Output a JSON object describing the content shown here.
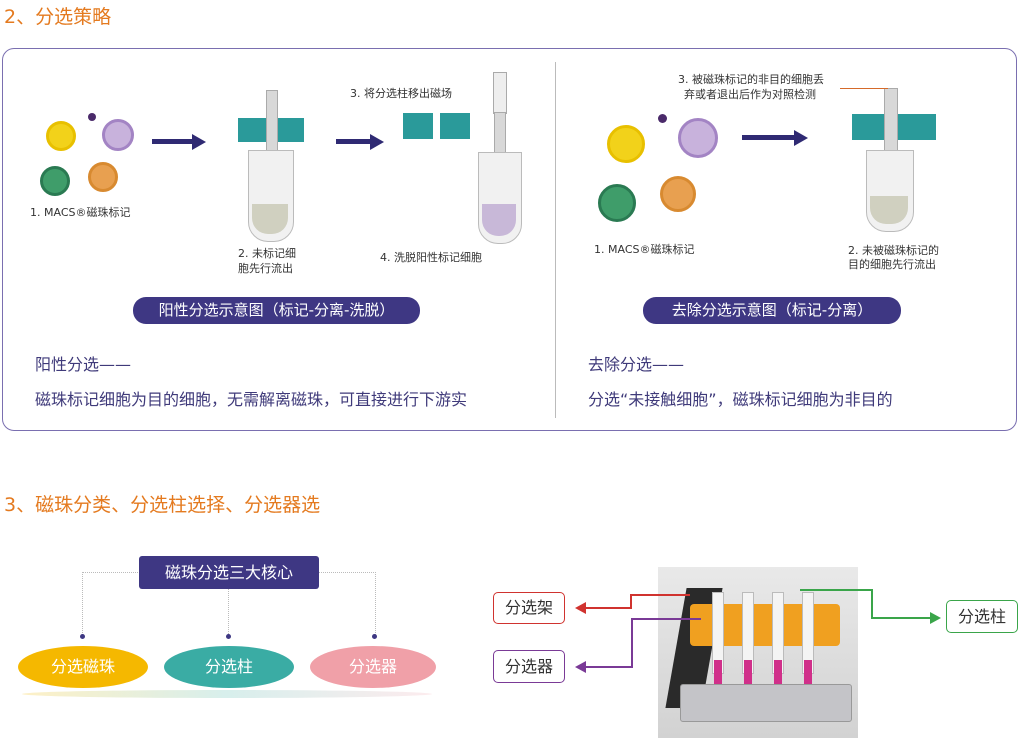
{
  "section2": {
    "title": "2、分选策略",
    "left": {
      "step1": "1. MACS®磁珠标记",
      "step2_line1": "2. 未标记细",
      "step2_line2": "胞先行流出",
      "step3": "3. 将分选柱移出磁场",
      "step4": "4. 洗脱阳性标记细胞",
      "pill": "阳性分选示意图（标记-分离-洗脱）",
      "heading": "阳性分选——",
      "desc": "磁珠标记细胞为目的细胞，无需解离磁珠，可直接进行下游实"
    },
    "right": {
      "step1": "1. MACS®磁珠标记",
      "step2_line1": "2. 未被磁珠标记的",
      "step2_line2": "目的细胞先行流出",
      "step3_line1": "3. 被磁珠标记的非目的细胞丢",
      "step3_line2": "弃或者退出后作为对照检测",
      "pill": "去除分选示意图（标记-分离）",
      "heading": "去除分选——",
      "desc": "分选“未接触细胞”，磁珠标记细胞为非目的"
    }
  },
  "section3": {
    "title": "3、磁珠分类、分选柱选择、分选器选",
    "core_title": "磁珠分选三大核心",
    "items": [
      "分选磁珠",
      "分选柱",
      "分选器"
    ],
    "labels": {
      "rack": "分选架",
      "separator": "分选器",
      "column": "分选柱"
    }
  },
  "colors": {
    "orange_title": "#e47a1f",
    "purple_dark": "#3e3783",
    "teal": "#2a9a9a",
    "yellow": "#f5b800",
    "pink": "#f0a0a8",
    "red_arrow": "#d0332f",
    "purple_arrow": "#7a3a96",
    "green_arrow": "#3aa54a"
  }
}
